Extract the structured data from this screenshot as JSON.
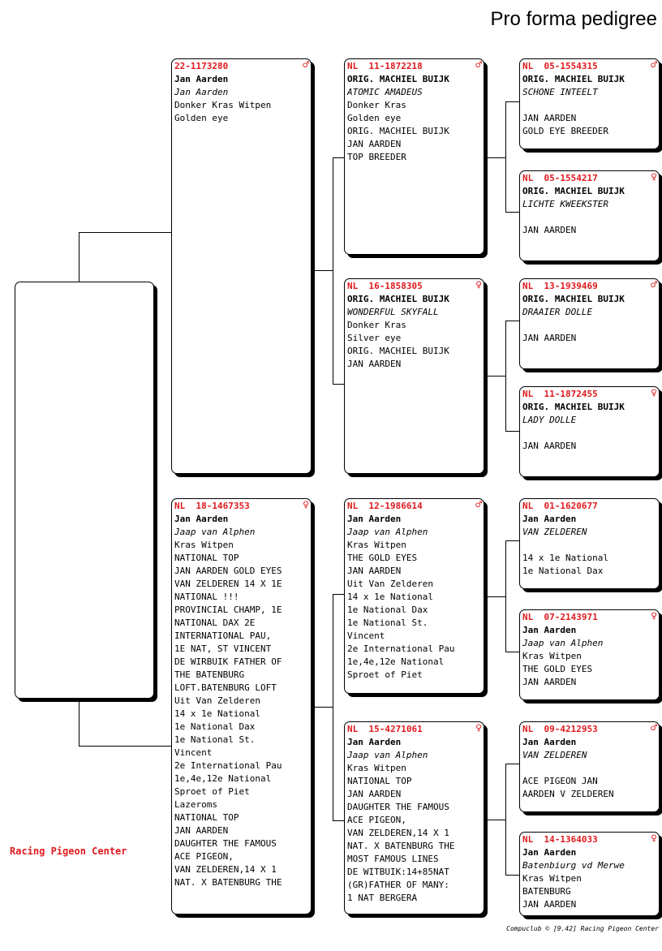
{
  "title": "Pro forma pedigree",
  "brand": "Racing Pigeon Center",
  "footer": "Compuclub © [9.42]  Racing Pigeon Center",
  "colors": {
    "ring": "#e0191c",
    "name_italic": "#2e8b2e"
  },
  "cards": {
    "subject": {
      "ring": "",
      "sex": "",
      "lines": []
    },
    "father": {
      "ring": "22-1173280",
      "sex": "♂",
      "owner": "Jan Aarden",
      "name": "Jan Aarden",
      "lines": [
        "Donker Kras Witpen",
        "Golden eye"
      ]
    },
    "mother": {
      "ring": "NL  18-1467353",
      "sex": "♀",
      "owner": "Jan Aarden",
      "name": "Jaap van Alphen",
      "lines": [
        "Kras Witpen",
        "NATIONAL TOP",
        "JAN AARDEN GOLD EYES",
        "VAN ZELDEREN 14 X 1E",
        "NATIONAL !!!",
        "PROVINCIAL CHAMP, 1E",
        "NATIONAL DAX 2E",
        "INTERNATIONAL PAU,",
        "1E NAT, ST VINCENT",
        "DE WIRBUIK FATHER OF",
        "THE BATENBURG",
        "LOFT.BATENBURG LOFT",
        "Uit Van Zelderen",
        "14 x 1e National",
        "1e National Dax",
        "1e National St.",
        "Vincent",
        "2e International Pau",
        "1e,4e,12e National",
        "Sproet of Piet",
        "Lazeroms",
        "NATIONAL TOP",
        "JAN AARDEN",
        "DAUGHTER THE FAMOUS",
        "ACE PIGEON,",
        "VAN ZELDEREN,14 X 1",
        "NAT. X BATENBURG THE"
      ]
    },
    "ff": {
      "ring": "NL  11-1872218",
      "sex": "♂",
      "owner": "ORIG. MACHIEL BUIJK",
      "name": "ATOMIC AMADEUS",
      "lines": [
        "Donker Kras",
        "Golden eye",
        "ORIG. MACHIEL BUIJK",
        "JAN AARDEN",
        "TOP BREEDER"
      ]
    },
    "fm": {
      "ring": "NL  16-1858305",
      "sex": "♀",
      "owner": "ORIG. MACHIEL BUIJK",
      "name": "WONDERFUL SKYFALL",
      "lines": [
        "Donker Kras",
        "Silver eye",
        "ORIG. MACHIEL BUIJK",
        "JAN AARDEN"
      ]
    },
    "mf": {
      "ring": "NL  12-1986614",
      "sex": "♂",
      "owner": "Jan Aarden",
      "name": "Jaap van Alphen",
      "lines": [
        "Kras Witpen",
        "THE GOLD EYES",
        "JAN AARDEN",
        "Uit Van Zelderen",
        "14 x 1e National",
        "1e National Dax",
        "1e National St.",
        "Vincent",
        "2e International Pau",
        "1e,4e,12e National",
        "Sproet of Piet"
      ]
    },
    "mm": {
      "ring": "NL  15-4271061",
      "sex": "♀",
      "owner": "Jan Aarden",
      "name": "Jaap van Alphen",
      "lines": [
        "Kras Witpen",
        "NATIONAL TOP",
        "JAN AARDEN",
        "DAUGHTER THE FAMOUS",
        "ACE PIGEON,",
        "VAN ZELDEREN,14 X 1",
        "NAT. X BATENBURG THE",
        "MOST FAMOUS LINES",
        "DE WITBUIK:14+85NAT",
        "(GR)FATHER OF MANY:",
        "1 NAT BERGERA"
      ]
    },
    "fff": {
      "ring": "NL  05-1554315",
      "sex": "♂",
      "owner": "ORIG. MACHIEL BUIJK",
      "name": "SCHONE INTEELT",
      "lines": [
        "",
        "JAN AARDEN",
        "GOLD EYE BREEDER"
      ]
    },
    "ffm": {
      "ring": "NL  05-1554217",
      "sex": "♀",
      "owner": "ORIG. MACHIEL BUIJK",
      "name": "LICHTE KWEEKSTER",
      "lines": [
        "",
        "JAN AARDEN"
      ]
    },
    "fmf": {
      "ring": "NL  13-1939469",
      "sex": "♂",
      "owner": "ORIG. MACHIEL BUIJK",
      "name": "DRAAIER DOLLE",
      "lines": [
        "",
        "JAN AARDEN"
      ]
    },
    "fmm": {
      "ring": "NL  11-1872455",
      "sex": "♀",
      "owner": "ORIG. MACHIEL BUIJK",
      "name": "LADY DOLLE",
      "lines": [
        "",
        "JAN AARDEN"
      ]
    },
    "mff": {
      "ring": "NL  01-1620677",
      "sex": "",
      "owner": "Jan Aarden",
      "name": "VAN ZELDEREN",
      "lines": [
        "",
        "14 x 1e National",
        "1e National Dax"
      ]
    },
    "mfm": {
      "ring": "NL  07-2143971",
      "sex": "♀",
      "owner": "Jan Aarden",
      "name": "Jaap van Alphen",
      "lines": [
        "Kras Witpen",
        "THE GOLD EYES",
        "JAN AARDEN"
      ]
    },
    "mmf": {
      "ring": "NL  09-4212953",
      "sex": "♂",
      "owner": "Jan Aarden",
      "name": "VAN ZELDEREN",
      "lines": [
        "",
        "ACE PIGEON JAN",
        "AARDEN V ZELDEREN"
      ]
    },
    "mmm": {
      "ring": "NL  14-1364033",
      "sex": "♀",
      "owner": "Jan Aarden",
      "name": "Batenbiurg vd Merwe",
      "lines": [
        "Kras Witpen",
        "BATENBURG",
        "JAN AARDEN"
      ]
    }
  }
}
